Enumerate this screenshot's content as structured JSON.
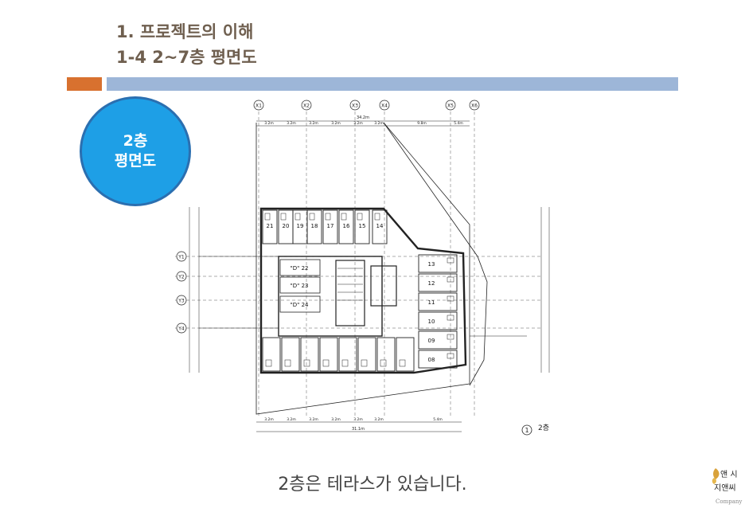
{
  "header": {
    "title_line1": "1. 프로젝트의 이해",
    "title_line2": "1-4 2~7층 평면도"
  },
  "colors": {
    "accent_orange": "#d8712f",
    "accent_blue": "#9db6d8",
    "circle": "#1e9fe6"
  },
  "badge": {
    "line1": "2층",
    "line2": "평면도"
  },
  "plan": {
    "grid_top": [
      "X1",
      "X2",
      "X3",
      "X4",
      "X5",
      "X6"
    ],
    "grid_left": [
      "Y1",
      "Y2",
      "Y3",
      "Y4"
    ],
    "dims_top": [
      "3.2m",
      "3.2m",
      "3.2m",
      "3.2m",
      "3.2m",
      "3.2m",
      "9.8m",
      "5.4m"
    ],
    "dims_bottom": [
      "3.2m",
      "3.2m",
      "3.2m",
      "3.2m",
      "3.2m",
      "3.2m",
      "5.4m"
    ],
    "total_top": "34.2m",
    "total_bottom": "31.1m",
    "rooms_top": [
      "21",
      "20",
      "19",
      "18",
      "17",
      "16",
      "15",
      "14"
    ],
    "rooms_right": [
      "13",
      "12",
      "11",
      "10",
      "09",
      "08"
    ],
    "rooms_center": [
      "\"D\" 22",
      "\"D\" 23",
      "\"D\" 24"
    ],
    "rooms_bottom_count": 8,
    "sheet_label": "2층",
    "sheet_number": "1"
  },
  "caption": "2층은 테라스가 있습니다.",
  "logo": {
    "line1": "앤 시",
    "line2": "지앤씨",
    "line3": "Company"
  }
}
